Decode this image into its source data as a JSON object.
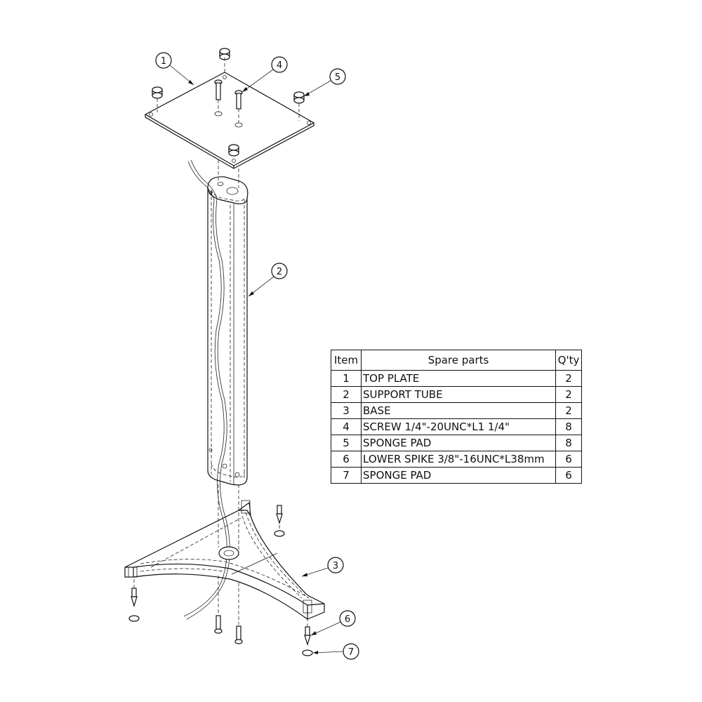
{
  "table": {
    "headers": {
      "item": "Item",
      "name": "Spare parts",
      "qty": "Q'ty"
    },
    "rows": [
      {
        "item": "1",
        "name": "TOP PLATE",
        "qty": "2"
      },
      {
        "item": "2",
        "name": "SUPPORT TUBE",
        "qty": "2"
      },
      {
        "item": "3",
        "name": "BASE",
        "qty": "2"
      },
      {
        "item": "4",
        "name": "SCREW 1/4\"-20UNC*L1 1/4\"",
        "qty": "8"
      },
      {
        "item": "5",
        "name": "SPONGE PAD",
        "qty": "8"
      },
      {
        "item": "6",
        "name": "LOWER SPIKE 3/8\"-16UNC*L38mm",
        "qty": "6"
      },
      {
        "item": "7",
        "name": "SPONGE PAD",
        "qty": "6"
      }
    ]
  },
  "callouts": [
    "1",
    "2",
    "3",
    "4",
    "5",
    "6",
    "7"
  ]
}
